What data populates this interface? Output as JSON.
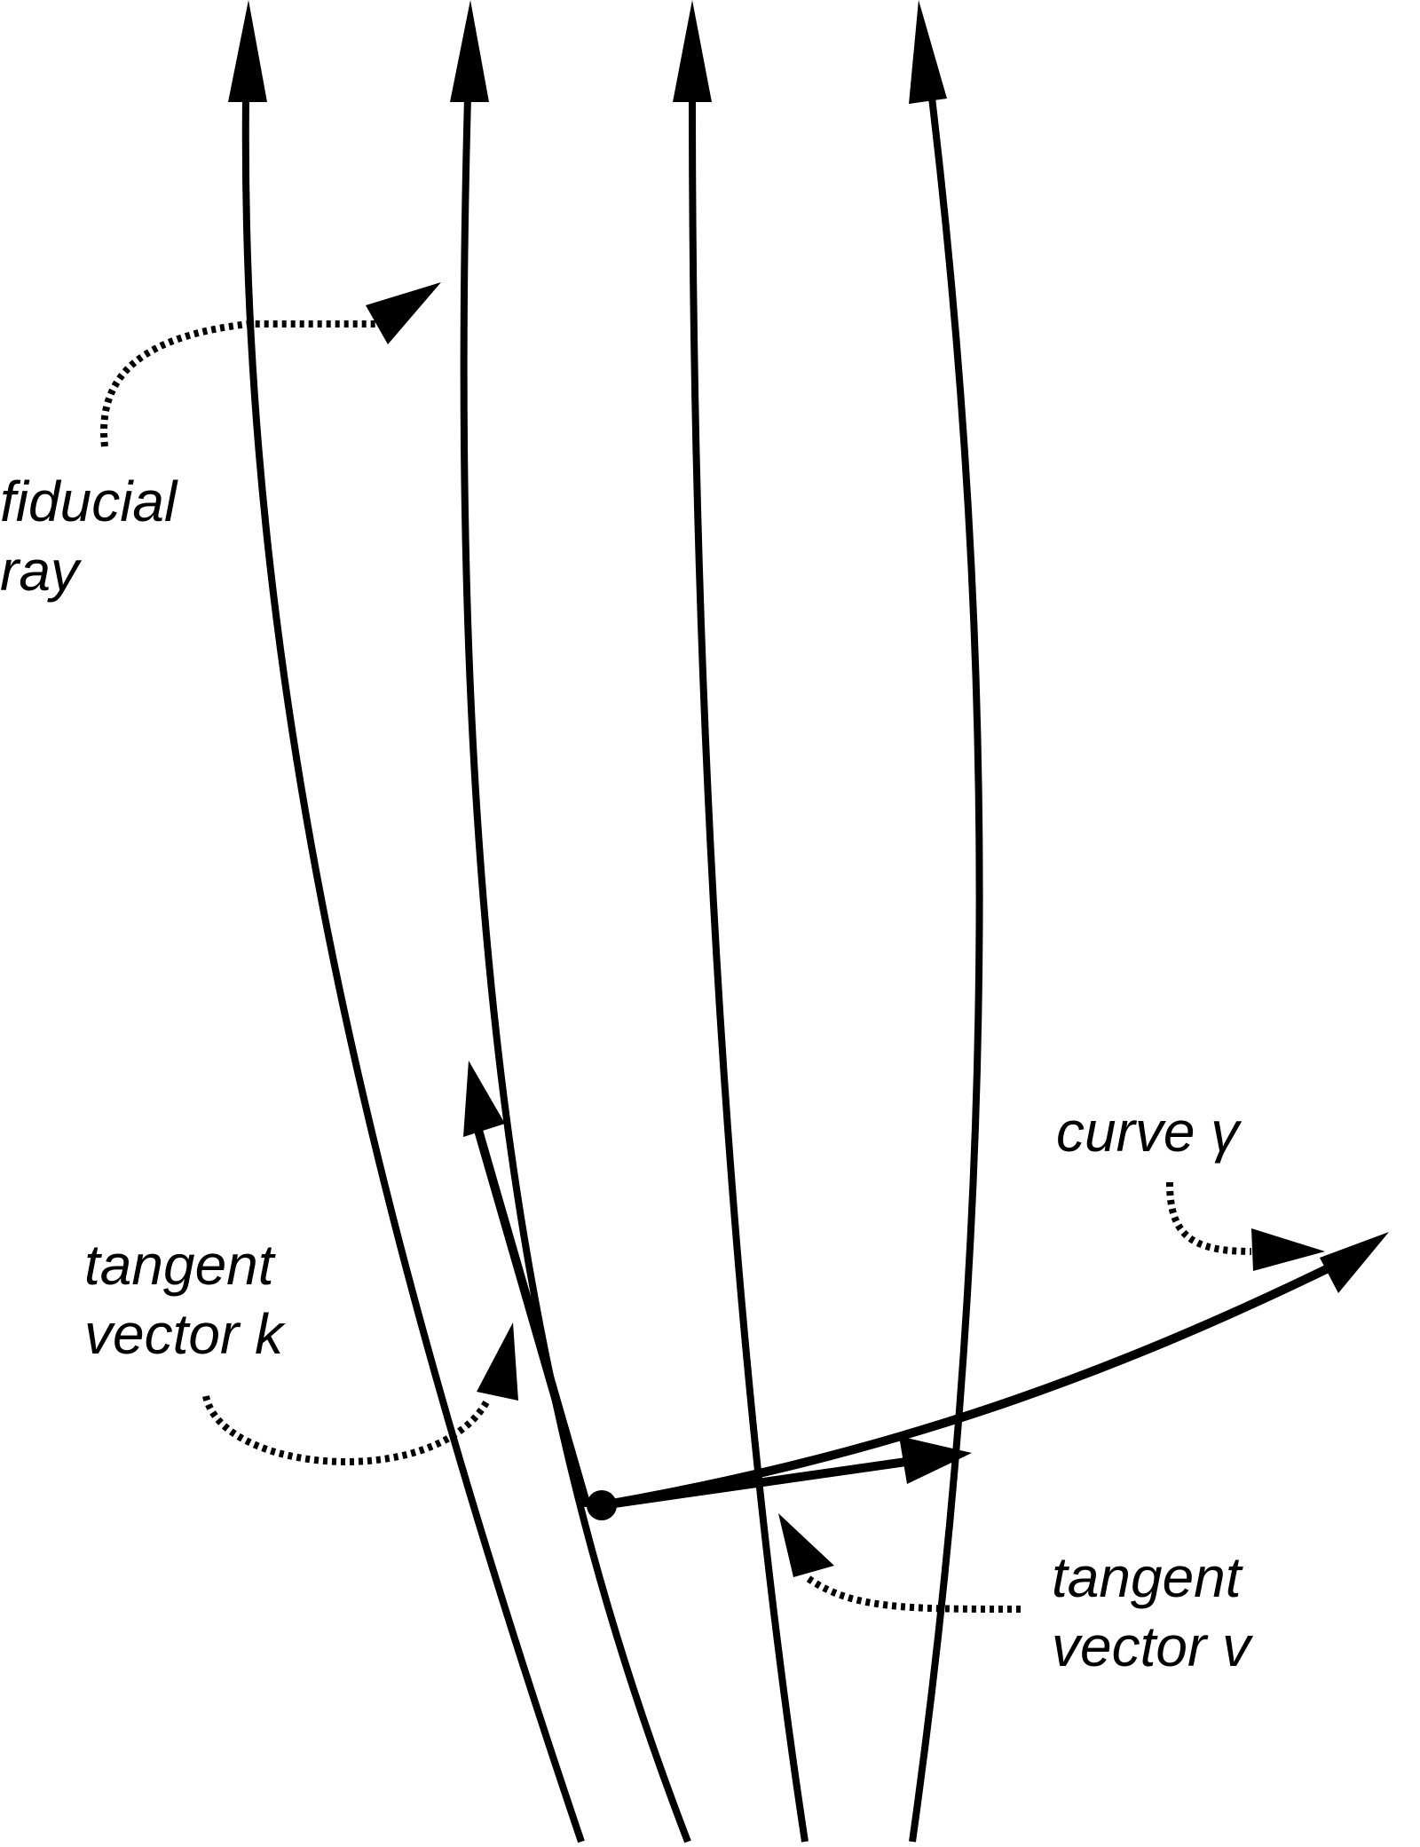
{
  "labels": {
    "fiducial_ray": [
      "fiducial",
      "ray"
    ],
    "curve_gamma": "curve γ",
    "tangent_k": [
      "tangent",
      "vector k"
    ],
    "tangent_v": [
      "tangent",
      "vector v"
    ]
  },
  "rays": [
    {
      "id": "ray-1"
    },
    {
      "id": "ray-2"
    },
    {
      "id": "ray-3"
    },
    {
      "id": "ray-4"
    }
  ]
}
